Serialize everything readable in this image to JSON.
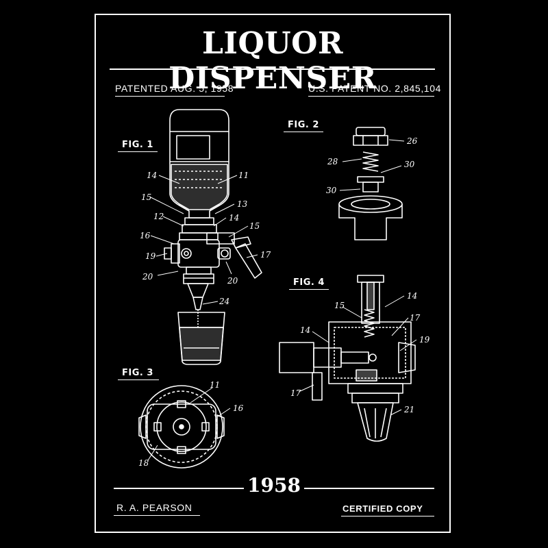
{
  "title": "LIQUOR DISPENSER",
  "patented": "PATENTED AUG. 5, 1958",
  "patent_no": "U.S. PATENT NO. 2,845,104",
  "year": "1958",
  "inventor": "R. A. PEARSON",
  "certified": "CERTIFIED COPY",
  "figures": {
    "fig1": {
      "label": "FIG. 1",
      "callouts": [
        "14",
        "11",
        "15",
        "13",
        "12",
        "14",
        "15",
        "16",
        "17",
        "19",
        "20",
        "20",
        "24"
      ]
    },
    "fig2": {
      "label": "FIG. 2",
      "callouts": [
        "26",
        "28",
        "30",
        "30"
      ]
    },
    "fig3": {
      "label": "FIG. 3",
      "callouts": [
        "11",
        "16",
        "18"
      ]
    },
    "fig4": {
      "label": "FIG. 4",
      "callouts": [
        "15",
        "14",
        "14",
        "17",
        "19",
        "17",
        "21"
      ]
    }
  }
}
